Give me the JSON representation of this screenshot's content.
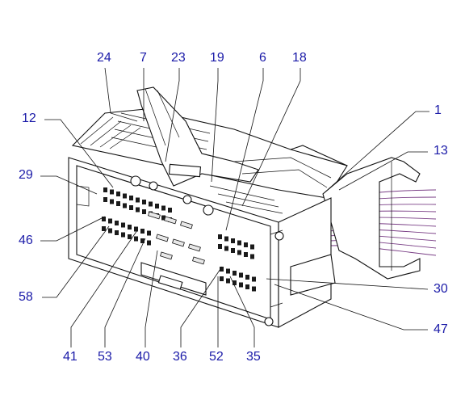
{
  "diagram": {
    "subject": "connector",
    "colors": {
      "label": "#1a1aa8",
      "line": "#111111",
      "wire": "#7a3f86"
    },
    "callouts": [
      {
        "id": "c24",
        "text": "24"
      },
      {
        "id": "c7",
        "text": "7"
      },
      {
        "id": "c23",
        "text": "23"
      },
      {
        "id": "c19",
        "text": "19"
      },
      {
        "id": "c6",
        "text": "6"
      },
      {
        "id": "c18",
        "text": "18"
      },
      {
        "id": "c1",
        "text": "1"
      },
      {
        "id": "c12",
        "text": "12"
      },
      {
        "id": "c13",
        "text": "13"
      },
      {
        "id": "c29",
        "text": "29"
      },
      {
        "id": "c46",
        "text": "46"
      },
      {
        "id": "c58",
        "text": "58"
      },
      {
        "id": "c30",
        "text": "30"
      },
      {
        "id": "c47",
        "text": "47"
      },
      {
        "id": "c41",
        "text": "41"
      },
      {
        "id": "c53",
        "text": "53"
      },
      {
        "id": "c40",
        "text": "40"
      },
      {
        "id": "c36",
        "text": "36"
      },
      {
        "id": "c52",
        "text": "52"
      },
      {
        "id": "c35",
        "text": "35"
      }
    ]
  }
}
